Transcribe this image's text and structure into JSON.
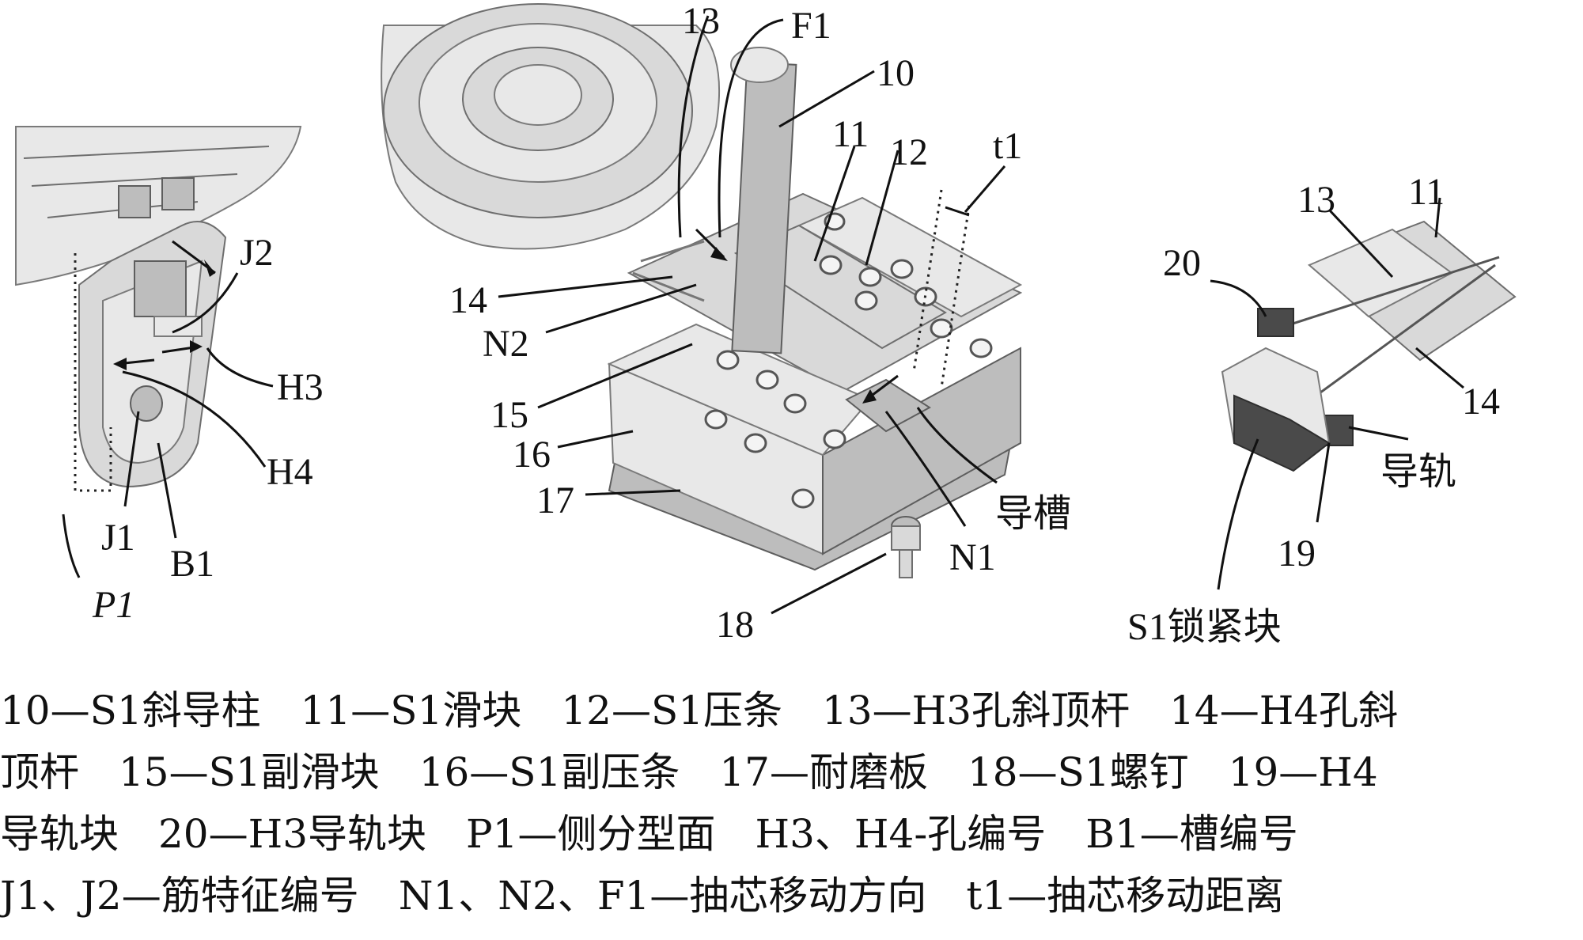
{
  "left_view": {
    "labels": {
      "J2": "J2",
      "H3": "H3",
      "H4": "H4",
      "J1": "J1",
      "B1": "B1",
      "P1": "P1"
    }
  },
  "middle_view": {
    "labels": {
      "n13": "13",
      "F1": "F1",
      "n10": "10",
      "n11": "11",
      "n12": "12",
      "t1": "t1",
      "n14": "14",
      "N2": "N2",
      "n15": "15",
      "n16": "16",
      "n17": "17",
      "guide_groove": "导槽",
      "N1": "N1",
      "n18": "18"
    }
  },
  "right_view": {
    "labels": {
      "n13": "13",
      "n11": "11",
      "n20": "20",
      "n14": "14",
      "guide_rail": "导轨",
      "n19": "19",
      "lock_block": "S1锁紧块"
    }
  },
  "caption": {
    "line1": "10—S1斜导柱　11—S1滑块　12—S1压条　13—H3孔斜顶杆　14—H4孔斜",
    "line2": "顶杆　15—S1副滑块　16—S1副压条　17—耐磨板　18—S1螺钉　19—H4",
    "line3": "导轨块　20—H3导轨块　P1—侧分型面　H3、H4-孔编号　B1—槽编号",
    "line4": "J1、J2—筋特征编号　N1、N2、F1—抽芯移动方向　t1—抽芯移动距离"
  }
}
